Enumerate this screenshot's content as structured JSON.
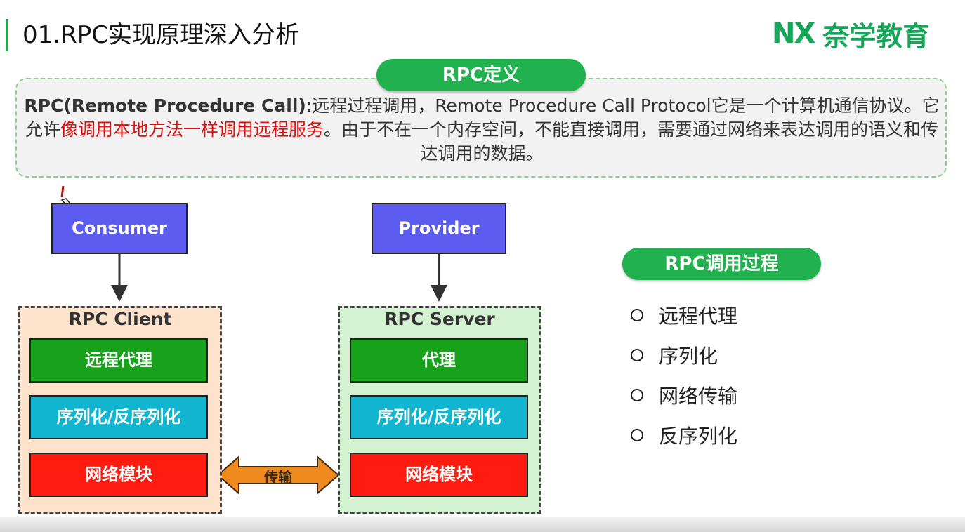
{
  "slide": {
    "title": "01.RPC实现原理深入分析",
    "logo_mark": "NX",
    "logo_text": "奈学教育"
  },
  "definition": {
    "heading": "RPC定义",
    "term": "RPC(Remote Procedure Call)",
    "part1": ":远程过程调用，Remote Procedure Call Protocol它是一个计算机通信协议。它允许",
    "highlight": "像调用本地方法一样调用远程服务",
    "part2": "。由于不在一个内存空间，不能直接调用，需要通过网络来表达调用的语义和传达调用的数据。",
    "highlight_color": "#e01010"
  },
  "diagram": {
    "consumer": "Consumer",
    "provider": "Provider",
    "client": {
      "label": "RPC Client",
      "modules": [
        "远程代理",
        "序列化/反序列化",
        "网络模块"
      ]
    },
    "server": {
      "label": "RPC Server",
      "modules": [
        "代理",
        "序列化/反序列化",
        "网络模块"
      ]
    },
    "transfer_label": "传输"
  },
  "process": {
    "heading": "RPC调用过程",
    "steps": [
      "远程代理",
      "序列化",
      "网络传输",
      "反序列化"
    ]
  },
  "colors": {
    "brand_green": "#21b14f",
    "role_blue": "#5c5cf0",
    "module_green": "#18a21c",
    "module_cyan": "#11b5cf",
    "module_red": "#ff1b10",
    "client_bg": "#fde3cc",
    "server_bg": "#d3f2d0",
    "transfer_orange": "#f08a1c"
  }
}
